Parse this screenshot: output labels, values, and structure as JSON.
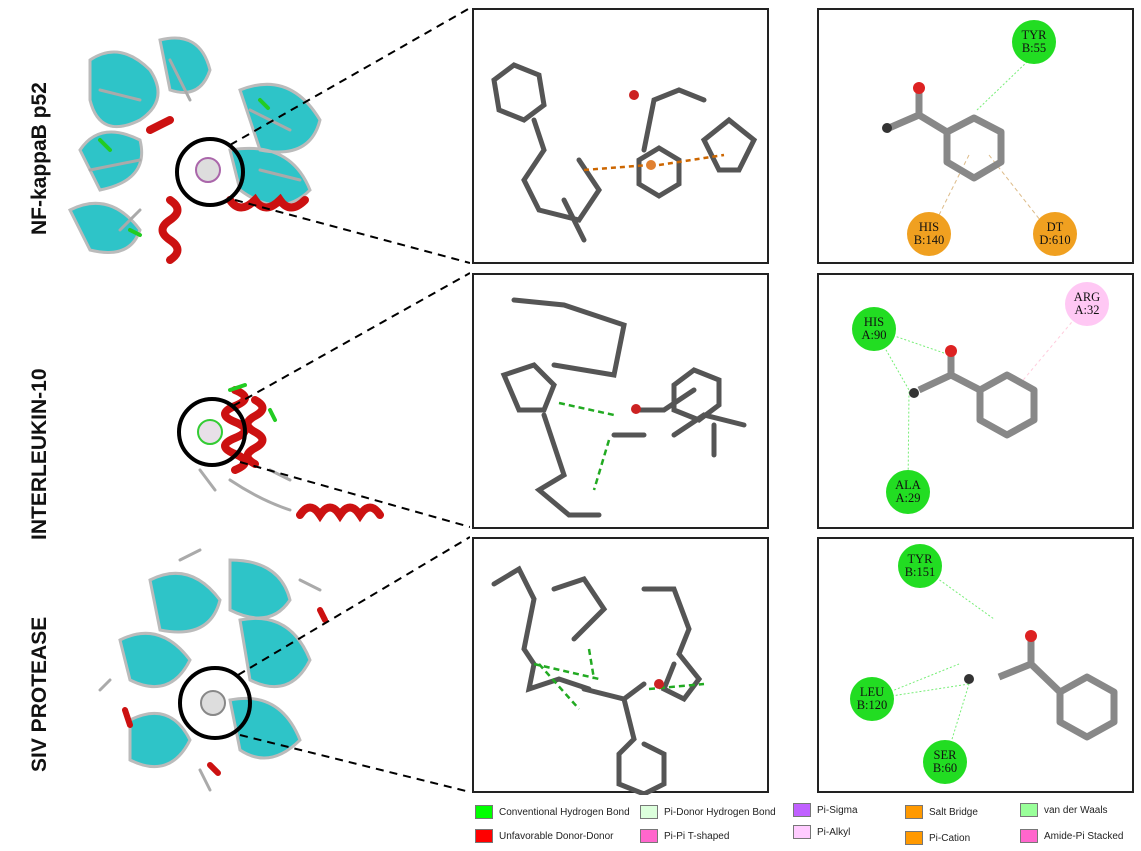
{
  "rows": [
    {
      "label": "NF-kappaB p52",
      "residues": [
        {
          "name": "TYR",
          "chain": "B:55",
          "color": "#22dd22"
        },
        {
          "name": "HIS",
          "chain": "B:140",
          "color": "#f0a020"
        },
        {
          "name": "DT",
          "chain": "D:610",
          "color": "#f0a020"
        }
      ]
    },
    {
      "label": "INTERLEUKIN-10",
      "residues": [
        {
          "name": "HIS",
          "chain": "A:90",
          "color": "#22dd22"
        },
        {
          "name": "ARG",
          "chain": "A:32",
          "color": "#ffc8f4"
        },
        {
          "name": "ALA",
          "chain": "A:29",
          "color": "#22dd22"
        }
      ]
    },
    {
      "label": "SIV PROTEASE",
      "residues": [
        {
          "name": "TYR",
          "chain": "B:151",
          "color": "#22dd22"
        },
        {
          "name": "LEU",
          "chain": "B:120",
          "color": "#22dd22"
        },
        {
          "name": "SER",
          "chain": "B:60",
          "color": "#22dd22"
        }
      ]
    }
  ],
  "legend": [
    {
      "label": "Conventional Hydrogen Bond",
      "color": "#00ff00"
    },
    {
      "label": "Unfavorable Donor-Donor",
      "color": "#ff0000"
    },
    {
      "label": "Pi-Donor Hydrogen Bond",
      "color": "#dcffdc"
    },
    {
      "label": "Pi-Pi T-shaped",
      "color": "#ff66cc"
    },
    {
      "label": "Pi-Sigma",
      "color": "#c060ff"
    },
    {
      "label": "Pi-Alkyl",
      "color": "#ffccff"
    },
    {
      "label": "Salt Bridge",
      "color": "#ff9900"
    },
    {
      "label": "Pi-Cation",
      "color": "#ff9900"
    },
    {
      "label": "van der Waals",
      "color": "#99ff99"
    },
    {
      "label": "Amide-Pi Stacked",
      "color": "#ff66cc"
    }
  ]
}
